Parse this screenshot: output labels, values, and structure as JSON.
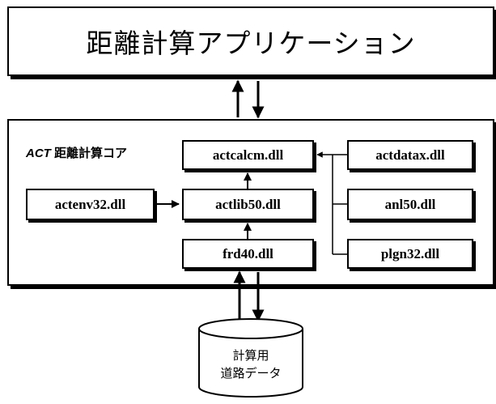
{
  "application": {
    "label": "距離計算アプリケーション"
  },
  "core": {
    "acronym": "ACT",
    "label": " 距離計算コア"
  },
  "dlls": {
    "actcalcm": "actcalcm.dll",
    "actlib50": "actlib50.dll",
    "frd40": "frd40.dll",
    "actenv32": "actenv32.dll",
    "actdatax": "actdatax.dll",
    "anl50": "anl50.dll",
    "plgn32": "plgn32.dll"
  },
  "database": {
    "line1": "計算用",
    "line2": "道路データ"
  }
}
